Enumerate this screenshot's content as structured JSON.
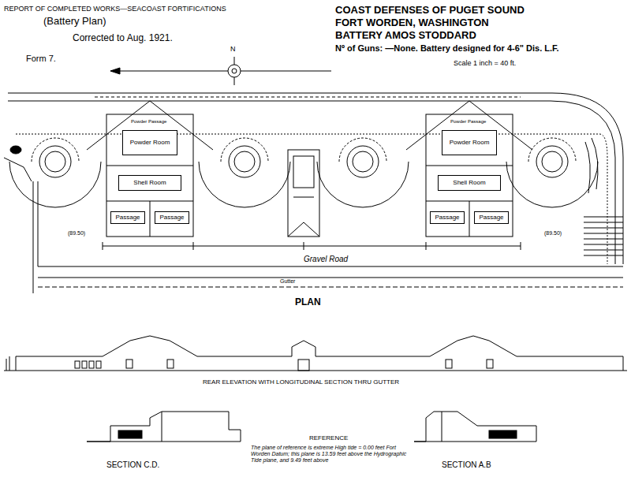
{
  "diagram": {
    "title": "COAST DEFENSES OF PUGET SOUND",
    "nodes": [
      {
        "text": [
          "Powder Room"
        ]
      },
      {
        "text": [
          "Shell Room"
        ]
      },
      {
        "text": [
          "Passage"
        ]
      },
      {
        "text": [
          "Passage"
        ]
      },
      {
        "text": [
          "Powder Room"
        ]
      },
      {
        "text": [
          "Shell Room"
        ]
      },
      {
        "text": [
          "Passage"
        ]
      },
      {
        "text": [
          "Passage"
        ]
      }
    ],
    "labels": [
      "REPORT OF COMPLETED WORKS—SEACOAST FORTIFICATIONS",
      "(Battery Plan)",
      "Corrected to Aug. 1921.",
      "Form 7.",
      "FORT WORDEN, WASHINGTON",
      "BATTERY AMOS STODDARD",
      "Nº of Guns: —None. Battery designed for 4-6\" Dis. L.F.",
      "Scale 1 inch = 40 ft.",
      "N",
      "Powder Passage",
      "Powder Passage",
      "(89.50)",
      "(89.50)",
      "Gravel Road",
      "Gutter",
      "PLAN",
      "REAR ELEVATION WITH LONGITUDINAL SECTION THRU GUTTER",
      "REFERENCE",
      "The plane of reference is extreme High tide = 0.00 feet Fort Worden Datum; this plane is 13.59 feet above the Hydrographic Tide plane, and 9.49 feet above",
      "SECTION C.D.",
      "SECTION A.B"
    ]
  }
}
